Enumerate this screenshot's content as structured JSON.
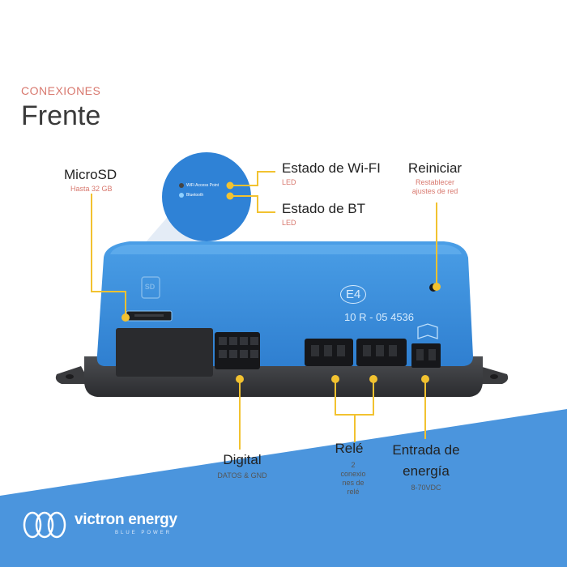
{
  "header": {
    "eyebrow": "CONEXIONES",
    "title": "Frente"
  },
  "device": {
    "approval_mark": "E4",
    "approval_code": "10 R - 05 4536",
    "sd_icon_label": "SD"
  },
  "zoom_callout": {
    "wifi_led_text": "WiFi Access Point",
    "bt_led_text": "Bluetooth"
  },
  "callouts": {
    "microsd": {
      "label": "MicroSD",
      "sub": "Hasta 32 GB"
    },
    "wifi": {
      "label": "Estado de Wi-FI",
      "sub": "LED"
    },
    "bt": {
      "label": "Estado de BT",
      "sub": "LED"
    },
    "reset": {
      "label": "Reiniciar",
      "sub_line1": "Restablecer",
      "sub_line2": "ajustes de red"
    },
    "digital": {
      "label": "Digital",
      "sub": "DATOS & GND"
    },
    "relay": {
      "label": "Relé",
      "sub_line1": "2",
      "sub_line2": "conexio",
      "sub_line3": "nes de",
      "sub_line4": "relé"
    },
    "power": {
      "label_line1": "Entrada de",
      "label_line2": "energía",
      "sub": "8-70VDC"
    }
  },
  "brand": {
    "name": "victron energy",
    "tagline": "BLUE POWER"
  },
  "colors": {
    "accent_yellow": "#f2c230",
    "device_blue": "#3c8fdc",
    "footer_blue": "#4b95dd",
    "subtitle_salmon": "#d8786e"
  }
}
